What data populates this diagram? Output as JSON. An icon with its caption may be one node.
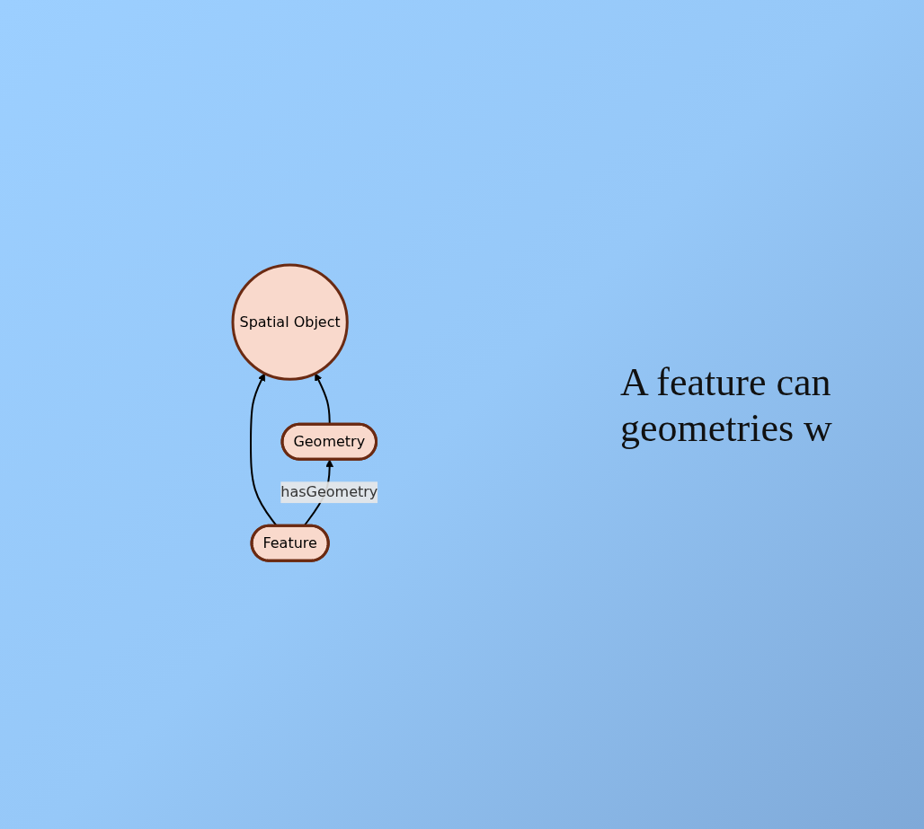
{
  "diagram": {
    "nodes": [
      {
        "text": [
          "Spatial Object"
        ]
      },
      {
        "text": [
          "Feature"
        ]
      },
      {
        "text": [
          "Geometry"
        ]
      }
    ],
    "edges": [
      {
        "from": 1,
        "to": 0,
        "arrow": "to"
      },
      {
        "from": 2,
        "to": 0,
        "arrow": "to"
      },
      {
        "from": 1,
        "to": 2,
        "arrow": "to",
        "label": "hasGeometry"
      }
    ],
    "labels": [
      "A feature can geometries w"
    ]
  }
}
